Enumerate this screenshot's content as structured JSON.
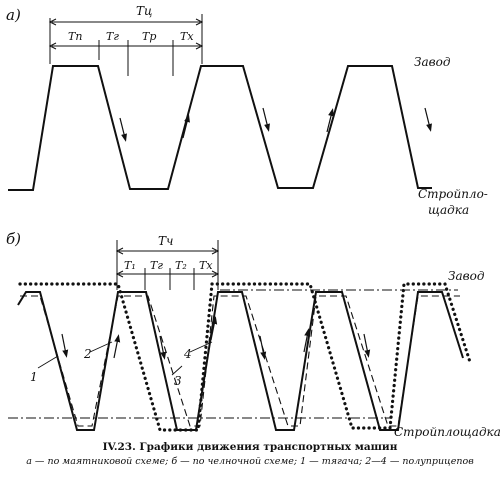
{
  "panel_a": {
    "letter": "а)",
    "cycle_label": "Тц",
    "sub_labels": [
      "Тп",
      "Тг",
      "Тр",
      "Тх"
    ],
    "top_label": "Завод",
    "bottom_label_line1": "Стройпло-",
    "bottom_label_line2": "щадка"
  },
  "panel_b": {
    "letter": "б)",
    "cycle_label": "Тч",
    "sub_labels": [
      "Т₁",
      "Тг",
      "Т₂",
      "Тх"
    ],
    "top_label": "Завод",
    "bottom_label": "Стройплощадка",
    "curve_numbers": [
      "1",
      "2",
      "3",
      "4"
    ]
  },
  "caption": {
    "title": "IV.23. Графики движения транспортных машин",
    "description": "а — по маятниковой схеме; б — по челночной схеме; 1 — тягача; 2—4 — полуприцепов"
  }
}
